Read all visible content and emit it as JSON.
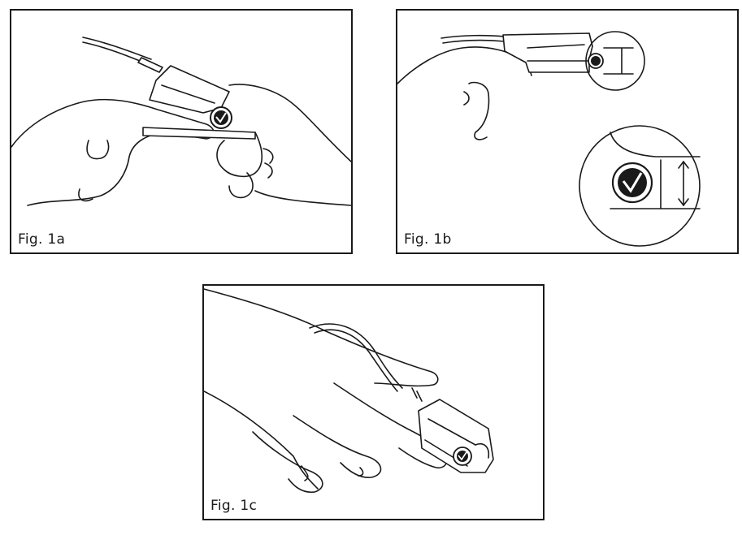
{
  "figures": [
    {
      "id": "1a",
      "label": "Fig. 1a"
    },
    {
      "id": "1b",
      "label": "Fig. 1b"
    },
    {
      "id": "1c",
      "label": "Fig. 1c"
    }
  ],
  "colors": {
    "line": "#1a1a1a",
    "background": "#ffffff"
  },
  "icons": [
    "sensor-logo-icon",
    "measurement-arrow-icon"
  ]
}
